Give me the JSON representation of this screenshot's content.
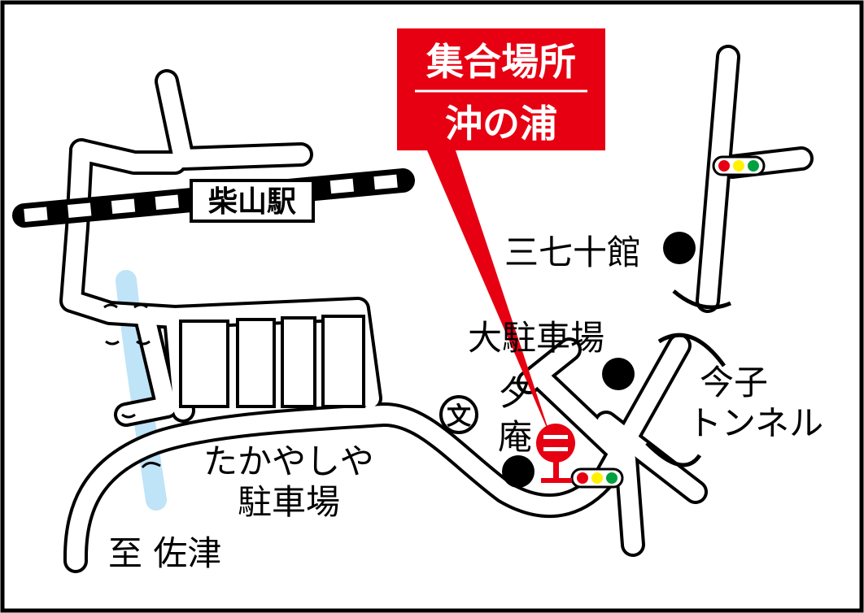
{
  "map": {
    "meeting_place": {
      "title": "集合場所",
      "name": "沖の浦",
      "color": "#e60012"
    },
    "labels": {
      "station": "柴山駅",
      "inn": "三七十館",
      "parking_large": "大駐車場",
      "tunnel_line1": "今子",
      "tunnel_line2": "トンネル",
      "yuan_line1": "夕",
      "yuan_line2": "庵",
      "school_mark": "文",
      "takayashiya_line1": "たかやしや",
      "takayashiya_line2": "駐車場",
      "destination": "至 佐津"
    },
    "colors": {
      "road_fill": "#ffffff",
      "road_outline": "#000000",
      "river": "#bfe3f7",
      "traffic_red": "#e60012",
      "traffic_yellow": "#fff100",
      "traffic_green": "#00a040",
      "bus_stop": "#e60012"
    },
    "icons": [
      "railway-track-icon",
      "traffic-light-icon",
      "bus-stop-icon",
      "school-icon",
      "landmark-dot-icon"
    ]
  }
}
